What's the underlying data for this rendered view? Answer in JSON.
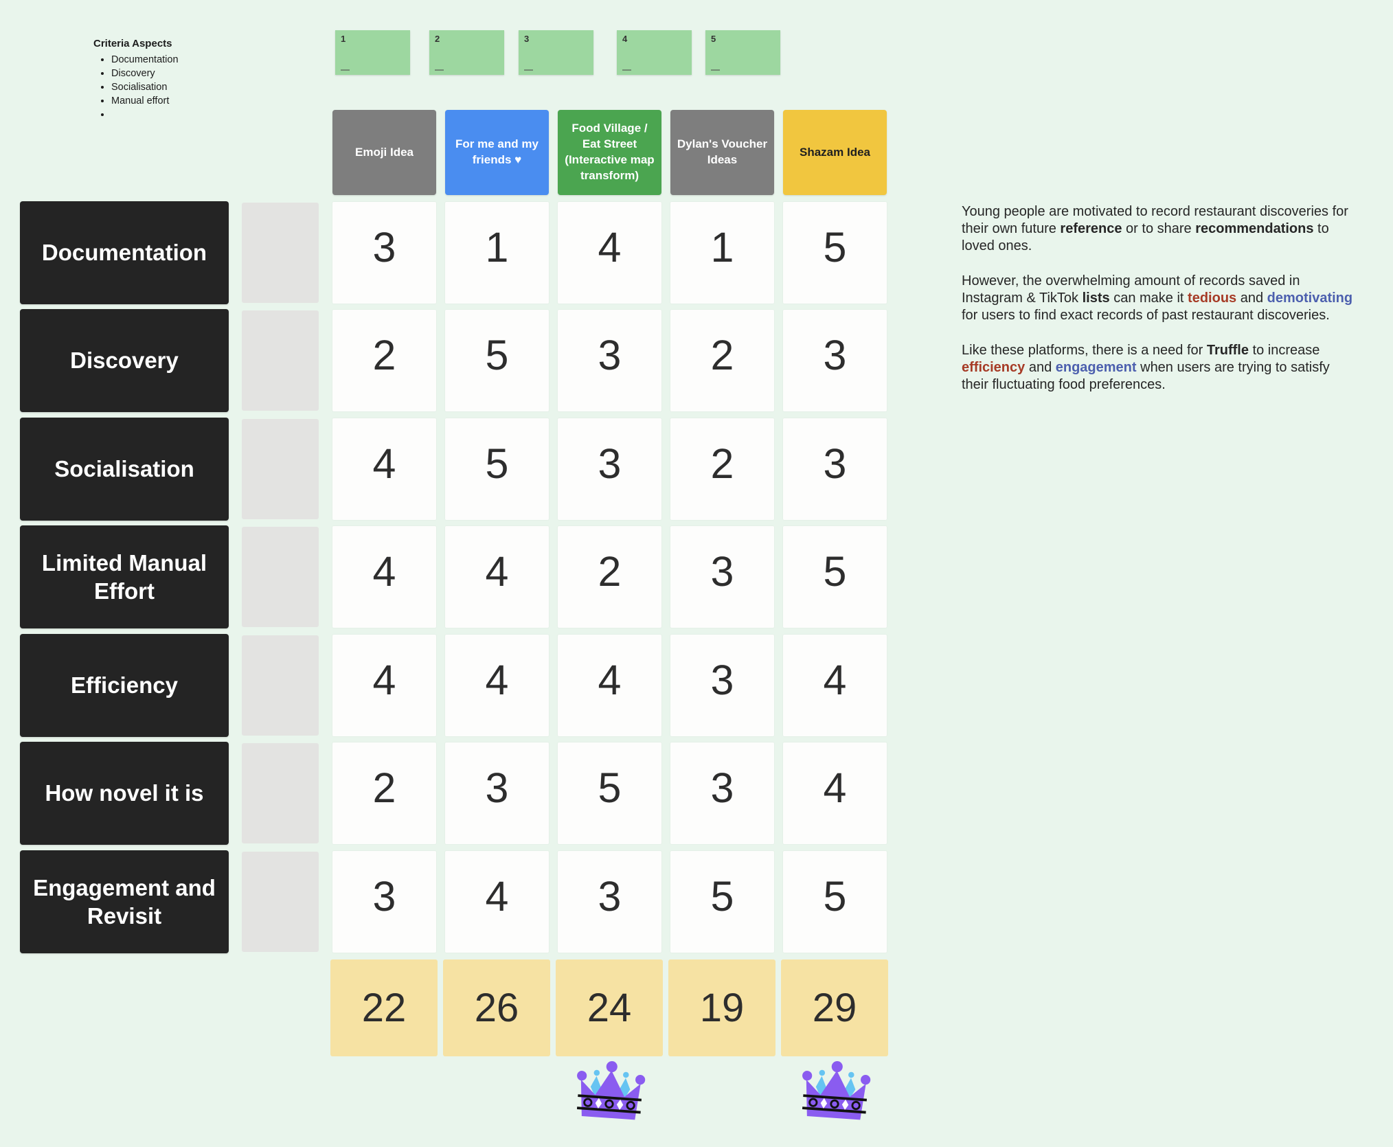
{
  "criteria_aspects": {
    "title": "Criteria Aspects",
    "items": [
      "Documentation",
      "Discovery",
      "Socialisation",
      "Manual effort",
      ""
    ]
  },
  "sticky_notes": {
    "color": "#9dd7a0",
    "numbers": [
      "1",
      "2",
      "3",
      "4",
      "5"
    ]
  },
  "matrix": {
    "columns": [
      {
        "label": "Emoji Idea",
        "color": "#7e7e7e",
        "text_color": "#ffffff"
      },
      {
        "label": "For me and my friends ♥",
        "color": "#4a8df0",
        "text_color": "#ffffff"
      },
      {
        "label": "Food Village / Eat Street (Interactive map transform)",
        "color": "#4ba550",
        "text_color": "#ffffff"
      },
      {
        "label": "Dylan's Voucher Ideas",
        "color": "#7e7e7e",
        "text_color": "#ffffff"
      },
      {
        "label": "Shazam Idea",
        "color": "#f1c63f",
        "text_color": "#202020"
      }
    ],
    "rows": [
      {
        "label": "Documentation",
        "scores": [
          "3",
          "1",
          "4",
          "1",
          "5"
        ]
      },
      {
        "label": "Discovery",
        "scores": [
          "2",
          "5",
          "3",
          "2",
          "3"
        ]
      },
      {
        "label": "Socialisation",
        "scores": [
          "4",
          "5",
          "3",
          "2",
          "3"
        ]
      },
      {
        "label": "Limited Manual Effort",
        "scores": [
          "4",
          "4",
          "2",
          "3",
          "5"
        ]
      },
      {
        "label": "Efficiency",
        "scores": [
          "4",
          "4",
          "4",
          "3",
          "4"
        ]
      },
      {
        "label": "How novel it is",
        "scores": [
          "2",
          "3",
          "5",
          "3",
          "4"
        ]
      },
      {
        "label": "Engagement and Revisit",
        "scores": [
          "3",
          "4",
          "3",
          "5",
          "5"
        ]
      }
    ],
    "totals": [
      "22",
      "26",
      "24",
      "19",
      "29"
    ],
    "winner_column_indexes": [
      2,
      4
    ]
  },
  "problem_statement": {
    "p1": {
      "a": "Young people are motivated to record restaurant discoveries for their own future ",
      "b": "reference",
      "c": " or to share ",
      "d": "recommendations",
      "e": " to loved ones."
    },
    "p2": {
      "a": "However, the overwhelming amount of records saved in Instagram & TikTok ",
      "b": "lists",
      "c": " can make it ",
      "d": "tedious",
      "e": " and ",
      "f": "demotivating",
      "g": " for users to find exact records of past restaurant discoveries."
    },
    "p3": {
      "a": "Like these platforms, there is a need for ",
      "b": "Truffle",
      "c": " to increase ",
      "d": "efficiency",
      "e": " and ",
      "f": "engagement",
      "g": " when users are trying to satisfy their fluctuating food preferences."
    }
  },
  "colors": {
    "canvas_bg": "#e9f5ec",
    "row_label_bg": "#242424",
    "empty_cell_bg": "#e3e3e1",
    "score_cell_bg": "#fdfdfc",
    "total_bg": "#f6e2a3",
    "crown_purple": "#8a5cf0",
    "crown_blue": "#66c4f2",
    "accent_red": "#a63b26",
    "accent_blue": "#4c5fae"
  }
}
